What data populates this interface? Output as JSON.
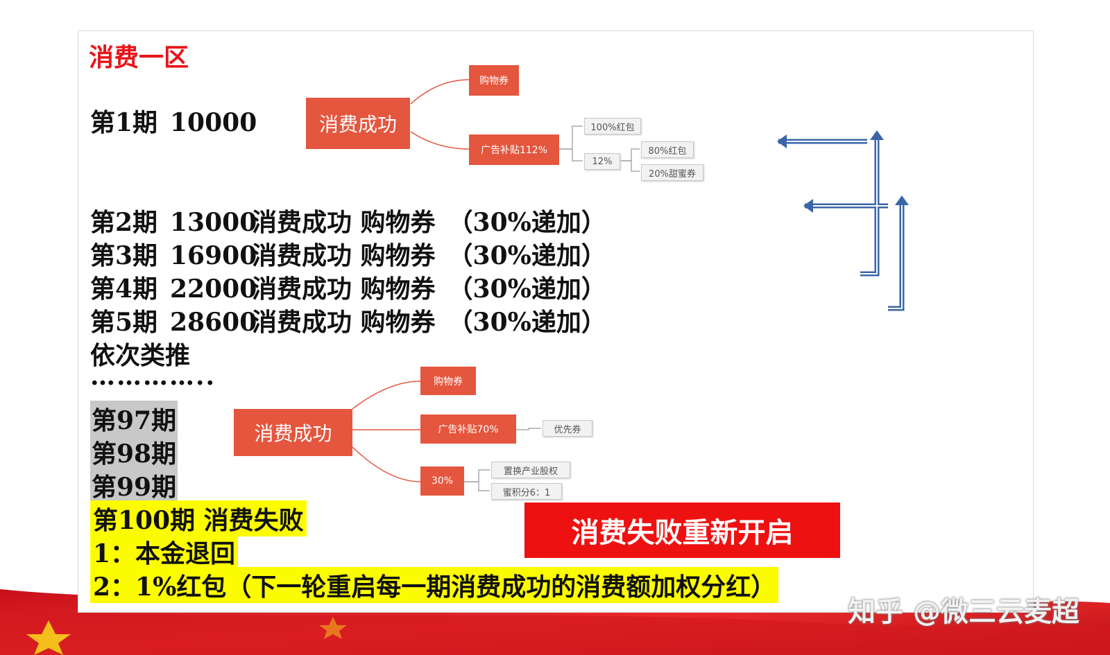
{
  "zone_title": "消费一区",
  "first_period": {
    "label": "第1期",
    "amount": "10000"
  },
  "mindmap_top": {
    "root": "消费成功",
    "branch_1": "购物券",
    "branch_2": "广告补贴112%",
    "sub_a": "100%红包",
    "sub_b": "12%",
    "sub_b1": "80%红包",
    "sub_b2": "20%甜蜜券"
  },
  "periods": [
    {
      "label": "第2期",
      "amount": "13000",
      "desc": "消费成功 购物券",
      "note": "（30%递加）"
    },
    {
      "label": "第3期",
      "amount": "16900",
      "desc": "消费成功 购物券",
      "note": "（30%递加）"
    },
    {
      "label": "第4期",
      "amount": "22000",
      "desc": "消费成功 购物券",
      "note": "（30%递加）"
    },
    {
      "label": "第5期",
      "amount": "28600",
      "desc": "消费成功 购物券",
      "note": "（30%递加）"
    }
  ],
  "and_so_on": "依次类推",
  "dots": "…………..",
  "late_periods": [
    "第97期",
    "第98期",
    "第99期"
  ],
  "failure": {
    "title": "第100期 消费失败",
    "item1": "1：本金退回",
    "item2": "2：1%红包（下一轮重启每一期消费成功的消费额加权分红）"
  },
  "mindmap_bottom": {
    "root": "消费成功",
    "branch_1": "购物券",
    "branch_2": "广告补贴70%",
    "branch_2_sub": "优先券",
    "branch_3": "30%",
    "branch_3_sub1": "置换产业股权",
    "branch_3_sub2": "蜜积分6：1"
  },
  "restart_banner": "消费失败重新开启",
  "watermark": "知乎 @微三云麦超",
  "colors": {
    "accent_red": "#e8141a",
    "node_orange": "#e4563e",
    "arrow_blue": "#3a66a8",
    "highlight_yellow": "#fcfc00",
    "highlight_gray": "#c8c8c8"
  }
}
